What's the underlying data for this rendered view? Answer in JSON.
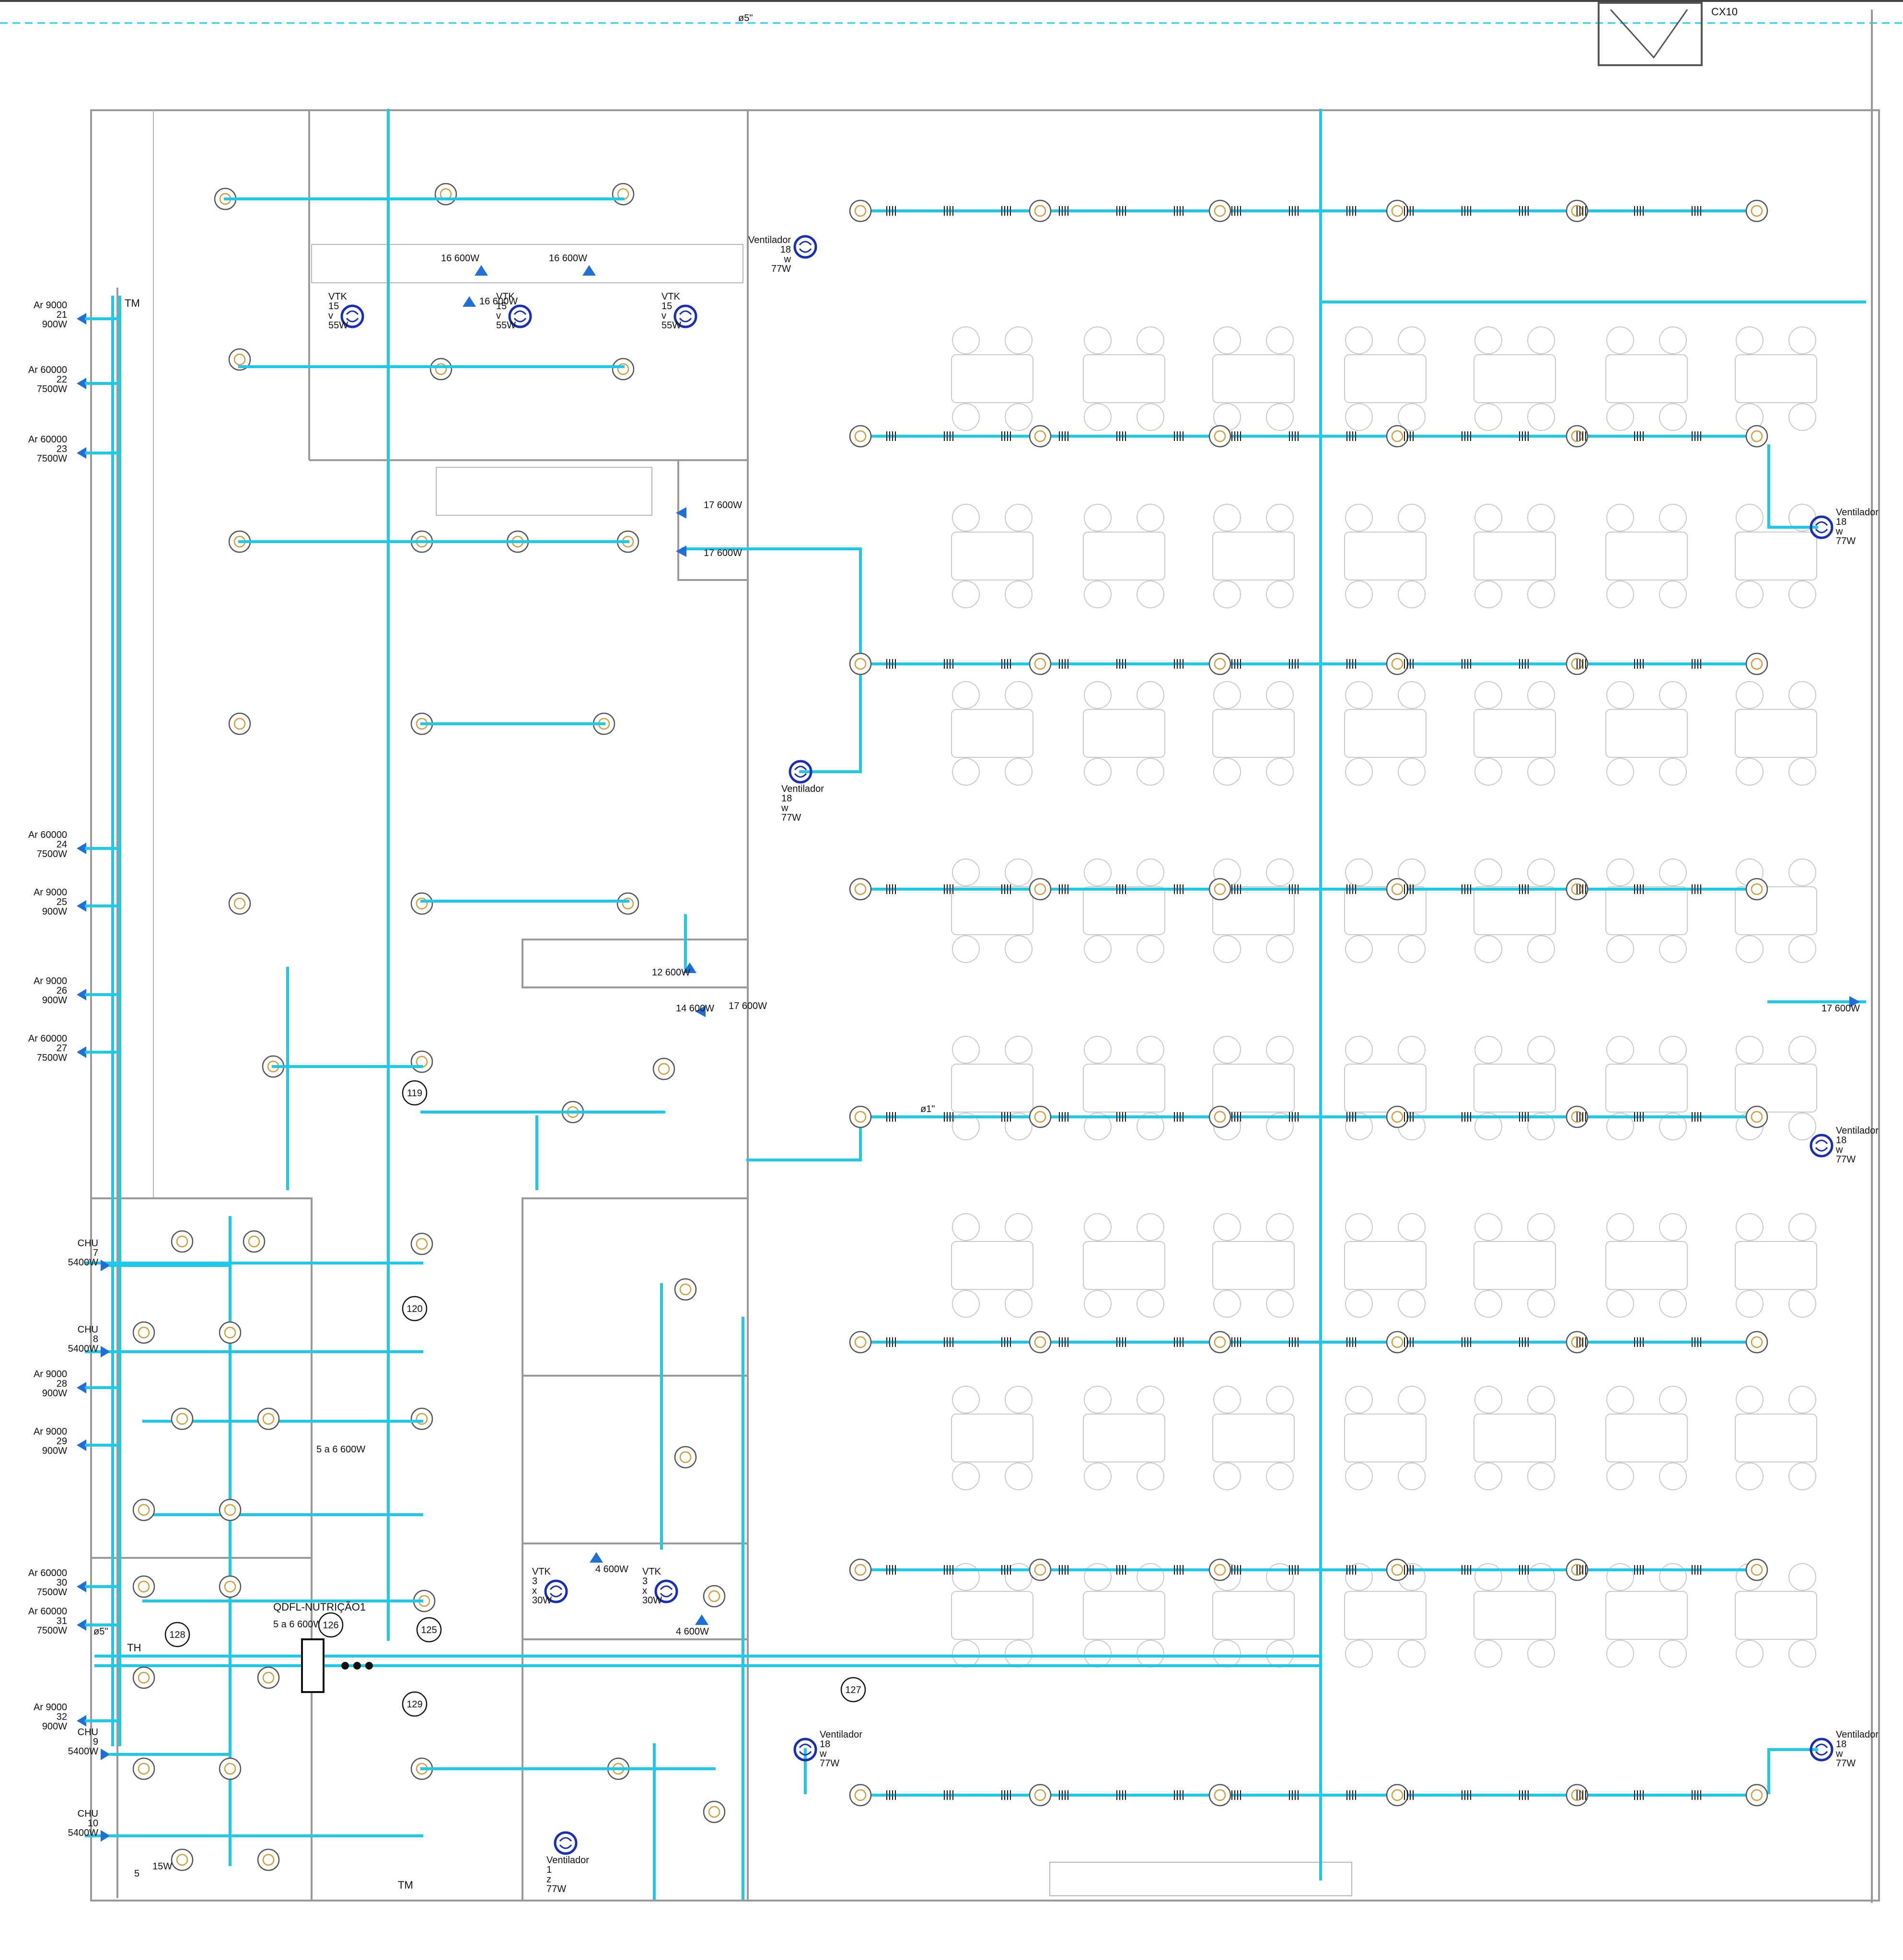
{
  "colors": {
    "conduit": "#1ec8e6",
    "walls": "#9a9a9a",
    "furniture": "#c9c9c9",
    "lamp": "#d09a3a",
    "fan": "#1a2fb0",
    "ac_marker": "#1f6fd6",
    "text": "#111111"
  },
  "header": {
    "top_conduit_label": "ø5\"",
    "box_label": "CX10"
  },
  "ac_units": [
    {
      "name": "Ar 9000",
      "circuit": "21",
      "power": "900W"
    },
    {
      "name": "Ar 60000",
      "circuit": "22",
      "power": "7500W"
    },
    {
      "name": "Ar 60000",
      "circuit": "23",
      "power": "7500W"
    },
    {
      "name": "Ar 60000",
      "circuit": "24",
      "power": "7500W"
    },
    {
      "name": "Ar 9000",
      "circuit": "25",
      "power": "900W"
    },
    {
      "name": "Ar 9000",
      "circuit": "26",
      "power": "900W"
    },
    {
      "name": "Ar 60000",
      "circuit": "27",
      "power": "7500W"
    },
    {
      "name": "Ar 9000",
      "circuit": "28",
      "power": "900W"
    },
    {
      "name": "Ar 9000",
      "circuit": "29",
      "power": "900W"
    },
    {
      "name": "Ar 60000",
      "circuit": "30",
      "power": "7500W"
    },
    {
      "name": "Ar 60000",
      "circuit": "31",
      "power": "7500W"
    },
    {
      "name": "Ar 9000",
      "circuit": "32",
      "power": "900W"
    }
  ],
  "showers": [
    {
      "name": "CHU",
      "circuit": "7",
      "power": "5400W"
    },
    {
      "name": "CHU",
      "circuit": "8",
      "power": "5400W"
    },
    {
      "name": "CHU",
      "circuit": "9",
      "power": "5400W"
    },
    {
      "name": "CHU",
      "circuit": "10",
      "power": "5400W"
    }
  ],
  "fans": [
    {
      "name": "Ventilador",
      "circuit": "18",
      "switch": "w",
      "power": "77W"
    },
    {
      "name": "Ventilador",
      "circuit": "18",
      "switch": "w",
      "power": "77W"
    },
    {
      "name": "Ventilador",
      "circuit": "18",
      "switch": "w",
      "power": "77W"
    },
    {
      "name": "Ventilador",
      "circuit": "18",
      "switch": "w",
      "power": "77W"
    },
    {
      "name": "Ventilador",
      "circuit": "18",
      "switch": "w",
      "power": "77W"
    },
    {
      "name": "Ventilador",
      "circuit": "18",
      "switch": "w",
      "power": "77W"
    },
    {
      "name": "Ventilador",
      "circuit": "1",
      "switch": "z",
      "power": "77W"
    }
  ],
  "exhausts": [
    {
      "name": "VTK",
      "circuit": "15",
      "switch": "v",
      "power": "55W"
    },
    {
      "name": "VTK",
      "circuit": "15",
      "switch": "v",
      "power": "55W"
    },
    {
      "name": "VTK",
      "circuit": "15",
      "switch": "v",
      "power": "55W"
    },
    {
      "name": "VTK",
      "circuit": "3",
      "switch": "x",
      "power": "30W"
    },
    {
      "name": "VTK",
      "circuit": "3",
      "switch": "x",
      "power": "30W"
    }
  ],
  "outlets": {
    "kitchen": [
      "16 600W",
      "16 600W",
      "16 600W"
    ],
    "prep": [
      "17 600W",
      "17 600W"
    ],
    "sink": "12 600W",
    "counter": "14 600W",
    "dining_a": "17 600W",
    "dining_b": "17 600W",
    "bath": "5 a 6 600W",
    "office_a": "4 600W",
    "office_b": "4 600W",
    "panel_side": "5 a 6 600W"
  },
  "panel": {
    "label": "QDFL-NUTRIÇÃO1"
  },
  "references": [
    "119",
    "120",
    "125",
    "126",
    "127",
    "128",
    "129"
  ],
  "riser_labels": [
    "TM",
    "TM",
    "TH"
  ],
  "conduit_sizes": [
    "ø1\"",
    "ø5\""
  ],
  "wc_lamp_labels": [
    "5",
    "15W"
  ]
}
